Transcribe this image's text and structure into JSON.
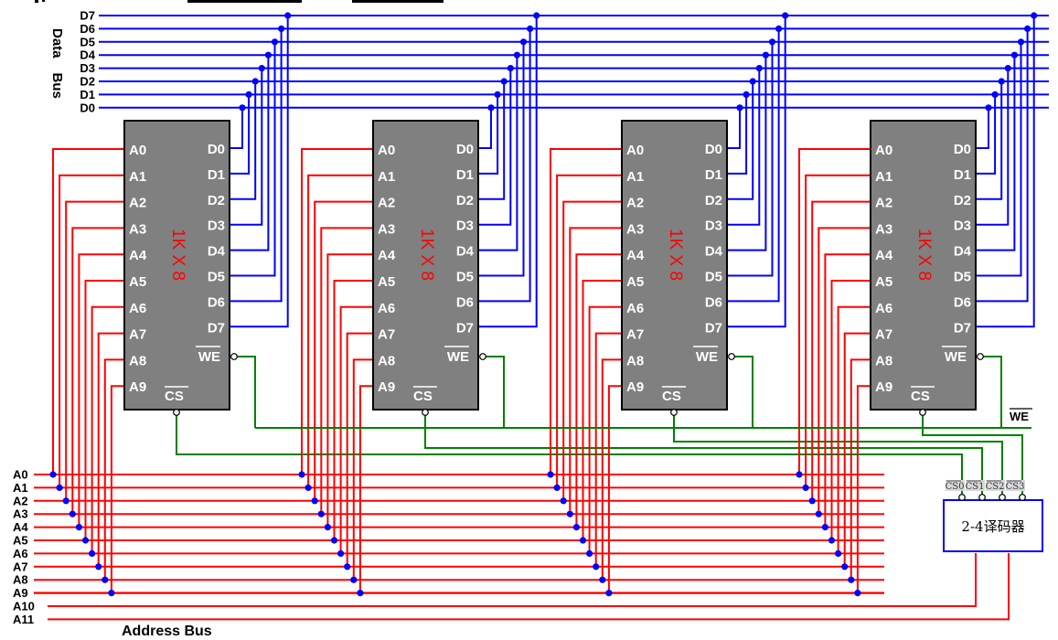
{
  "diagram": {
    "data_bus": {
      "label_word1": "Data",
      "label_word2": "Bus",
      "lines": [
        "D7",
        "D6",
        "D5",
        "D4",
        "D3",
        "D2",
        "D1",
        "D0"
      ]
    },
    "address_bus": {
      "label": "Address  Bus",
      "lines": [
        "A0",
        "A1",
        "A2",
        "A3",
        "A4",
        "A5",
        "A6",
        "A7",
        "A8",
        "A9",
        "A10",
        "A11"
      ]
    },
    "chips": [
      {
        "id": "chip-0",
        "title": "1K X 8",
        "cs_label": "CS",
        "we_label": "WE"
      },
      {
        "id": "chip-1",
        "title": "1K X 8",
        "cs_label": "CS",
        "we_label": "WE"
      },
      {
        "id": "chip-2",
        "title": "1K X 8",
        "cs_label": "CS",
        "we_label": "WE"
      },
      {
        "id": "chip-3",
        "title": "1K X 8",
        "cs_label": "CS",
        "we_label": "WE"
      }
    ],
    "chip_address_pins": [
      "A0",
      "A1",
      "A2",
      "A3",
      "A4",
      "A5",
      "A6",
      "A7",
      "A8",
      "A9"
    ],
    "chip_data_pins": [
      "D0",
      "D1",
      "D2",
      "D3",
      "D4",
      "D5",
      "D6",
      "D7"
    ],
    "we_bus_label": "WE",
    "decoder": {
      "label": "2-4译码器",
      "outputs": [
        "CS0",
        "CS1",
        "CS2",
        "CS3"
      ],
      "inputs": [
        "A10",
        "A11"
      ]
    },
    "colors": {
      "data_wire": "#0000ff",
      "address_wire": "#ff0000",
      "control_wire": "#008000",
      "chip_fill": "#808080",
      "chip_text": "#ffffff",
      "chip_title": "#ff0000",
      "junction": "#0000ff",
      "decoder_border": "#0000ff"
    }
  }
}
